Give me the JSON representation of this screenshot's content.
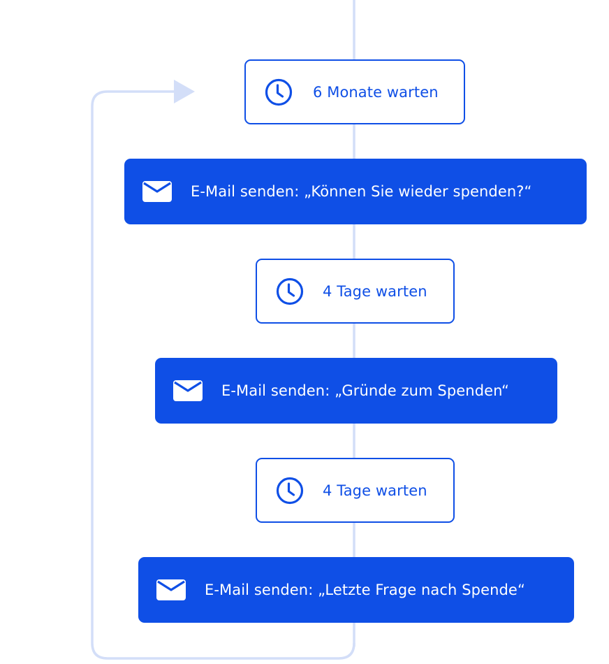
{
  "colors": {
    "accent": "#0f4fe6",
    "connector": "#d3def8",
    "background": "#ffffff"
  },
  "steps": [
    {
      "kind": "wait",
      "icon": "clock-icon",
      "label": "6 Monate warten"
    },
    {
      "kind": "email",
      "icon": "mail-icon",
      "label": "E-Mail senden: „Können Sie wieder spenden?“"
    },
    {
      "kind": "wait",
      "icon": "clock-icon",
      "label": "4 Tage warten"
    },
    {
      "kind": "email",
      "icon": "mail-icon",
      "label": "E-Mail senden: „Gründe zum Spenden“"
    },
    {
      "kind": "wait",
      "icon": "clock-icon",
      "label": "4 Tage warten"
    },
    {
      "kind": "email",
      "icon": "mail-icon",
      "label": "E-Mail senden: „Letzte Frage nach Spende“"
    }
  ]
}
